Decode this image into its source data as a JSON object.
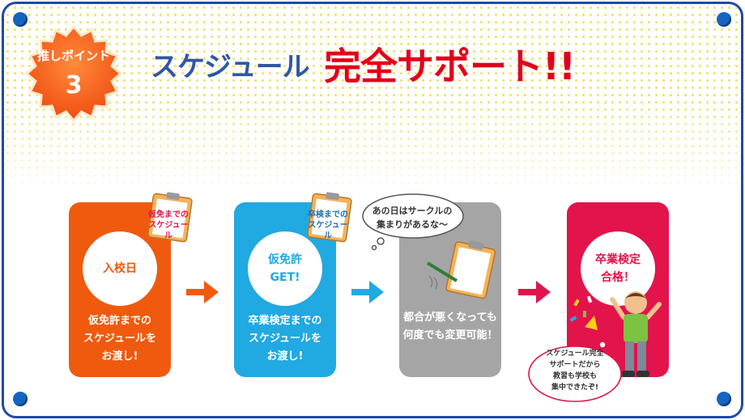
{
  "badge": {
    "label": "推しポイント",
    "number": "3"
  },
  "title": {
    "part1": "スケジュール",
    "part2": "完全サポート!!"
  },
  "steps": [
    {
      "circle": "入校日",
      "text": "仮免許までの\nスケジュールを\nお渡し!",
      "clip": "仮免までの\nスケジュール",
      "color": "#f05a0e"
    },
    {
      "circle": "仮免許\nGET!",
      "text": "卒業検定までの\nスケジュールを\nお渡し!",
      "clip": "卒検までの\nスケジュール",
      "color": "#21a9e1"
    },
    {
      "text": "都合が悪くなっても\n何度でも変更可能！",
      "thought": "あの日はサークルの\n集まりがあるな〜",
      "color": "#a5a5a5"
    },
    {
      "circle": "卒業検定\n合格！",
      "bubble": "スケジュール完全\nサポートだから\n教習も学校も\n集中できたぞ!",
      "color": "#e2144b"
    }
  ],
  "arrow_colors": [
    "#f05a0e",
    "#21a9e1",
    "#e2144b"
  ]
}
